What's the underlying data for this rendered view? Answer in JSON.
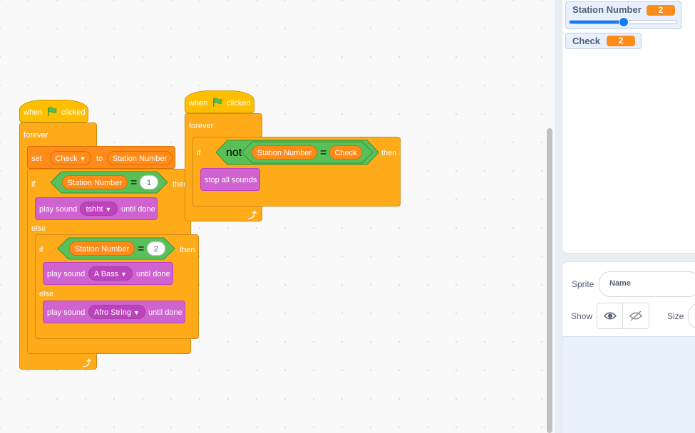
{
  "monitors": [
    {
      "label": "Station Number",
      "value": "2",
      "slider": 0.5
    },
    {
      "label": "Check",
      "value": "2"
    }
  ],
  "sprite_info": {
    "sprite_label": "Sprite",
    "name_placeholder": "Name",
    "show_label": "Show",
    "size_label": "Size"
  },
  "script1": {
    "hat": {
      "when": "when",
      "icon": "green-flag-icon",
      "clicked": "clicked"
    },
    "forever": "forever",
    "set": {
      "label": "set",
      "var": "Check",
      "to": "to",
      "reporter": "Station Number"
    },
    "if1": {
      "if": "if",
      "left": "Station Number",
      "op": "=",
      "right": "1",
      "then": "then"
    },
    "play1": {
      "label": "play sound",
      "sound": "tshht",
      "until": "until done"
    },
    "else": "else",
    "if2": {
      "if": "if",
      "left": "Station Number",
      "op": "=",
      "right": "2",
      "then": "then"
    },
    "play2": {
      "label": "play sound",
      "sound": "A Bass",
      "until": "until done"
    },
    "else2": "else",
    "play3": {
      "label": "play sound",
      "sound": "Afro String",
      "until": "until done"
    }
  },
  "script2": {
    "hat": {
      "when": "when",
      "icon": "green-flag-icon",
      "clicked": "clicked"
    },
    "forever": "forever",
    "if": {
      "if": "if",
      "not": "not",
      "left": "Station Number",
      "op": "=",
      "right": "Check",
      "then": "then"
    },
    "stop": "stop all sounds"
  },
  "colors": {
    "events": "#ffbf00",
    "control": "#ffab19",
    "variables": "#ff8c1a",
    "sound": "#cf63cf",
    "operators": "#59c059"
  }
}
